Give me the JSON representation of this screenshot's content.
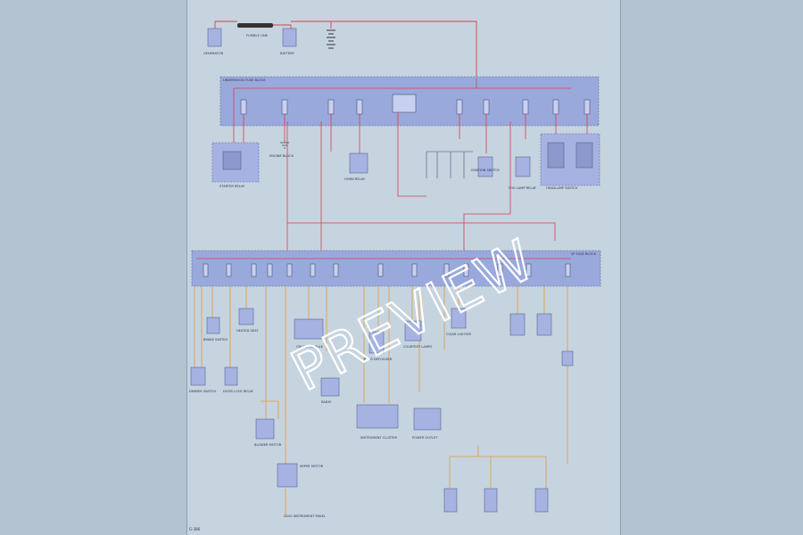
{
  "watermark": "PREVIEW",
  "page_no": "G-386",
  "colors": {
    "background": "#b3c3d1",
    "sheet": "#c6d4e0",
    "fuse_block_fill": "#9aa9dc",
    "component_fill": "#a6b2e2",
    "wire_red": "#d6404a",
    "wire_orange": "#e39a3c",
    "ground": "#3a3a58"
  },
  "icons": [
    "battery-symbol",
    "ground-symbol",
    "fuse-symbol",
    "switch-symbol"
  ],
  "labels": {
    "generator": "GENERATOR",
    "battery": "BATTERY",
    "fusible_link": "FUSIBLE LINK",
    "engine_fuse_block": "UNDERHOOD FUSE BLOCK",
    "ip_fuse_block": "I/P FUSE BLOCK",
    "ignition_switch": "IGNITION SWITCH",
    "starter_relay": "STARTER RELAY",
    "headlamp_switch": "HEADLAMP SWITCH",
    "horn_relay": "HORN RELAY",
    "brake_switch": "BRAKE SWITCH",
    "fog_lamp_relay": "FOG LAMP RELAY",
    "door_lock_relay": "DOOR LOCK RELAY",
    "dimmer_switch": "DIMMER SWITCH",
    "blower_motor": "BLOWER MOTOR",
    "heated_seat": "HEATED SEAT",
    "cruise_module": "CRUISE MODULE",
    "radio": "RADIO",
    "wiper_motor": "WIPER MOTOR",
    "rear_defogger": "REAR DEFOGGER",
    "courtesy_lamps": "COURTESY LAMPS",
    "power_outlet": "POWER OUTLET",
    "cigar_lighter": "CIGAR LIGHTER",
    "instrument_cluster": "INSTRUMENT CLUSTER",
    "ground_note": "ENGINE BLOCK",
    "ground_note2": "G200 INSTRUMENT PANEL"
  }
}
